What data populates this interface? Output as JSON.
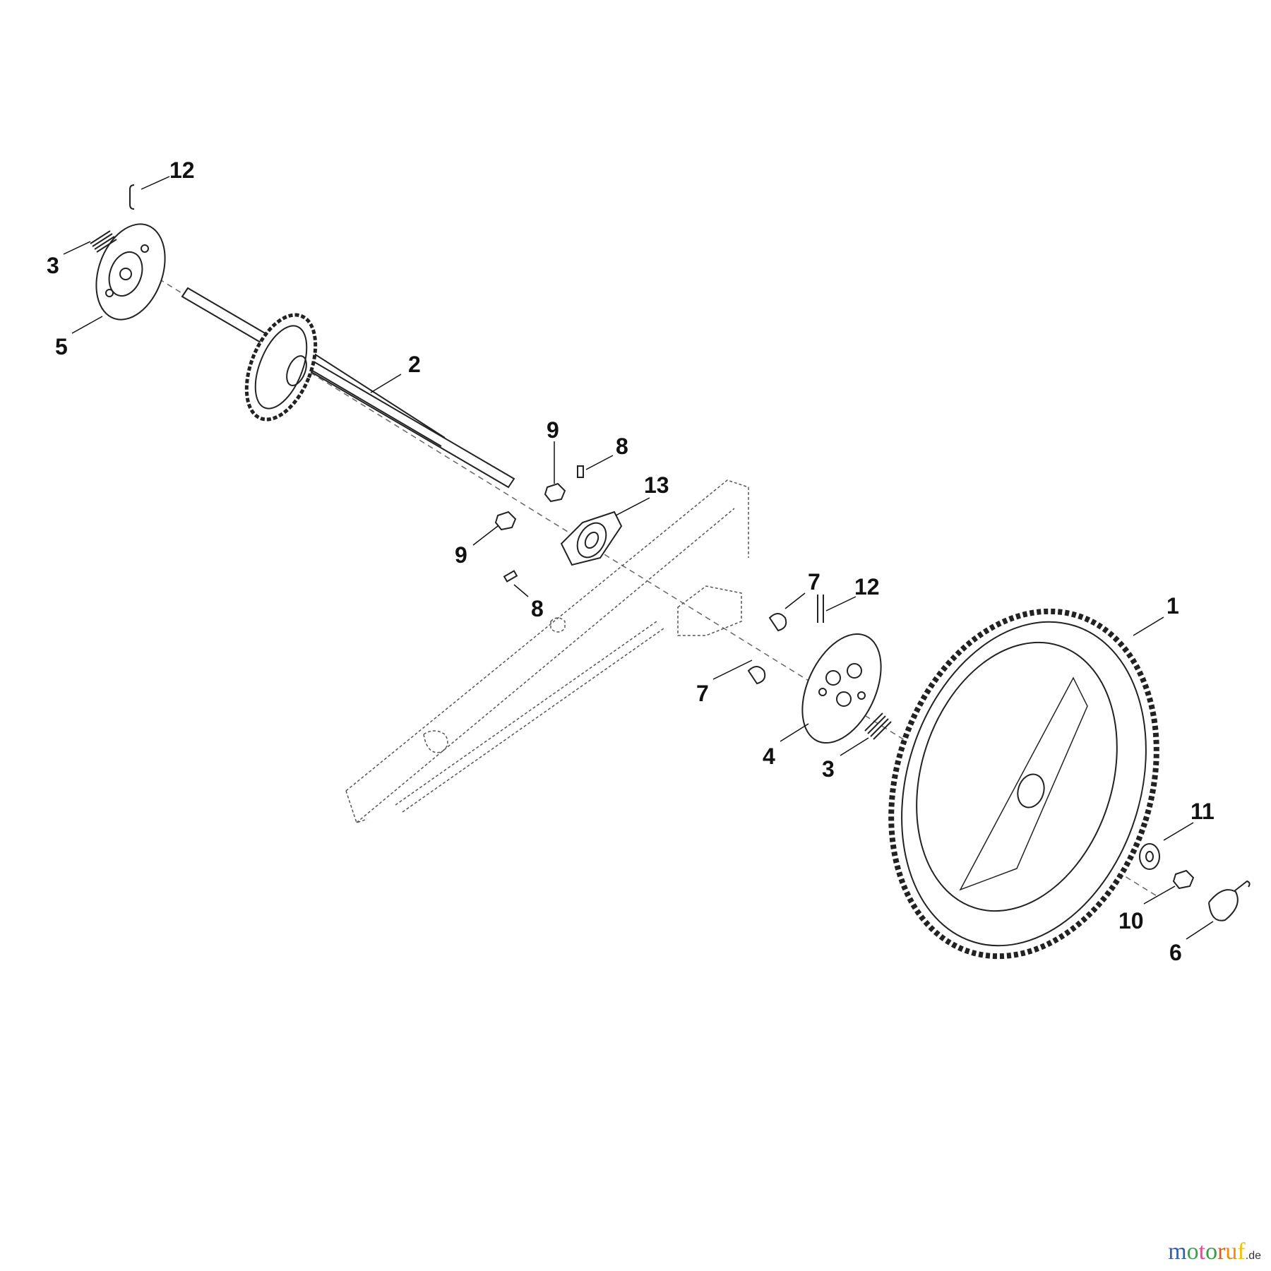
{
  "diagram": {
    "callouts": [
      {
        "id": "c12a",
        "label": "12"
      },
      {
        "id": "c3a",
        "label": "3"
      },
      {
        "id": "c5",
        "label": "5"
      },
      {
        "id": "c2",
        "label": "2"
      },
      {
        "id": "c9a",
        "label": "9"
      },
      {
        "id": "c8a",
        "label": "8"
      },
      {
        "id": "c13",
        "label": "13"
      },
      {
        "id": "c9b",
        "label": "9"
      },
      {
        "id": "c8b",
        "label": "8"
      },
      {
        "id": "c7a",
        "label": "7"
      },
      {
        "id": "c12b",
        "label": "12"
      },
      {
        "id": "c1",
        "label": "1"
      },
      {
        "id": "c7b",
        "label": "7"
      },
      {
        "id": "c4",
        "label": "4"
      },
      {
        "id": "c3b",
        "label": "3"
      },
      {
        "id": "c11",
        "label": "11"
      },
      {
        "id": "c10",
        "label": "10"
      },
      {
        "id": "c6",
        "label": "6"
      }
    ]
  },
  "watermark": {
    "letters": [
      {
        "ch": "m",
        "color": "#3a5fa8"
      },
      {
        "ch": "o",
        "color": "#3aa04a"
      },
      {
        "ch": "t",
        "color": "#e0508a"
      },
      {
        "ch": "o",
        "color": "#33a040"
      },
      {
        "ch": "r",
        "color": "#e05a20"
      },
      {
        "ch": "u",
        "color": "#f08a10"
      },
      {
        "ch": "f",
        "color": "#f0c010"
      }
    ],
    "suffix": ".de"
  },
  "colors": {
    "line": "#222222",
    "dash": "#555555",
    "background": "#ffffff"
  }
}
